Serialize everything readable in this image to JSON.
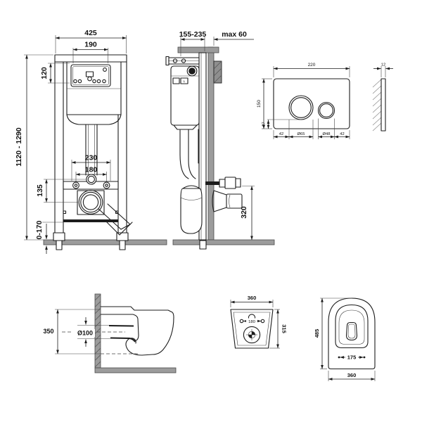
{
  "sheet": {
    "background": "#ffffff",
    "line_color": "#1c1c1c",
    "wall_fill": "#9c9c9c",
    "product": "wall-hung toilet concealed installation frame dimension drawing"
  },
  "frame_front": {
    "width": "425",
    "window_width": "190",
    "window_height": "120",
    "height_range": "1120 - 1290",
    "fixing_span_outer": "230",
    "fixing_span_inner": "180",
    "flush_to_drain": "135",
    "foot_adjust": "0-170"
  },
  "frame_side": {
    "depth_range": "155-235",
    "wall_max": "max 60",
    "outlet_height": "320",
    "valve_label": "L"
  },
  "flush_plate": {
    "width": "220",
    "height": "150",
    "bottom_offset": "27",
    "left_margin": "42",
    "big_button": "Ø65",
    "small_button": "Ø48",
    "right_margin": "42",
    "thickness": "12"
  },
  "bowl_side": {
    "mount_height": "350",
    "drain_diameter": "Ø100"
  },
  "bowl_rear": {
    "width": "360",
    "hole_spacing": "180",
    "height": "315"
  },
  "bowl_top": {
    "depth": "485",
    "hinge_spacing": "175",
    "width": "360"
  }
}
